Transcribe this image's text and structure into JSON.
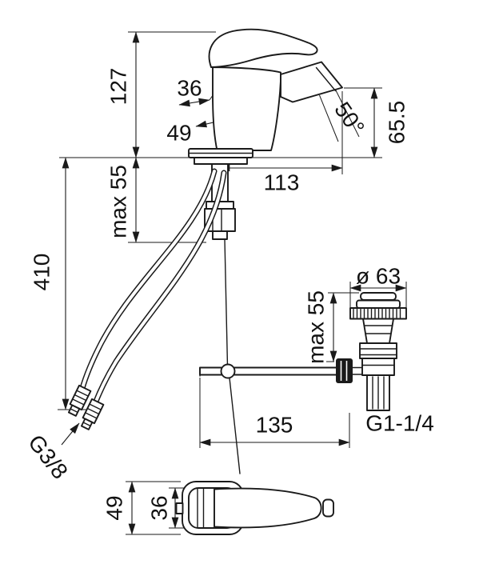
{
  "drawing": {
    "background": "#ffffff",
    "line_color": "#1a1a1a",
    "labels": {
      "spout_height": "127",
      "handle_width": "36",
      "handle_depth": "49",
      "spout_angle": "50°",
      "outlet_height": "65.5",
      "spout_reach": "113",
      "deck_max_left": "max 55",
      "hose_length": "410",
      "drain_max": "max 55",
      "drain_diameter": "ø 63",
      "rod_length": "135",
      "drain_thread": "G1-1/4",
      "hose_thread": "G3/8",
      "body_width_outer": "49",
      "body_width_inner": "36"
    }
  }
}
